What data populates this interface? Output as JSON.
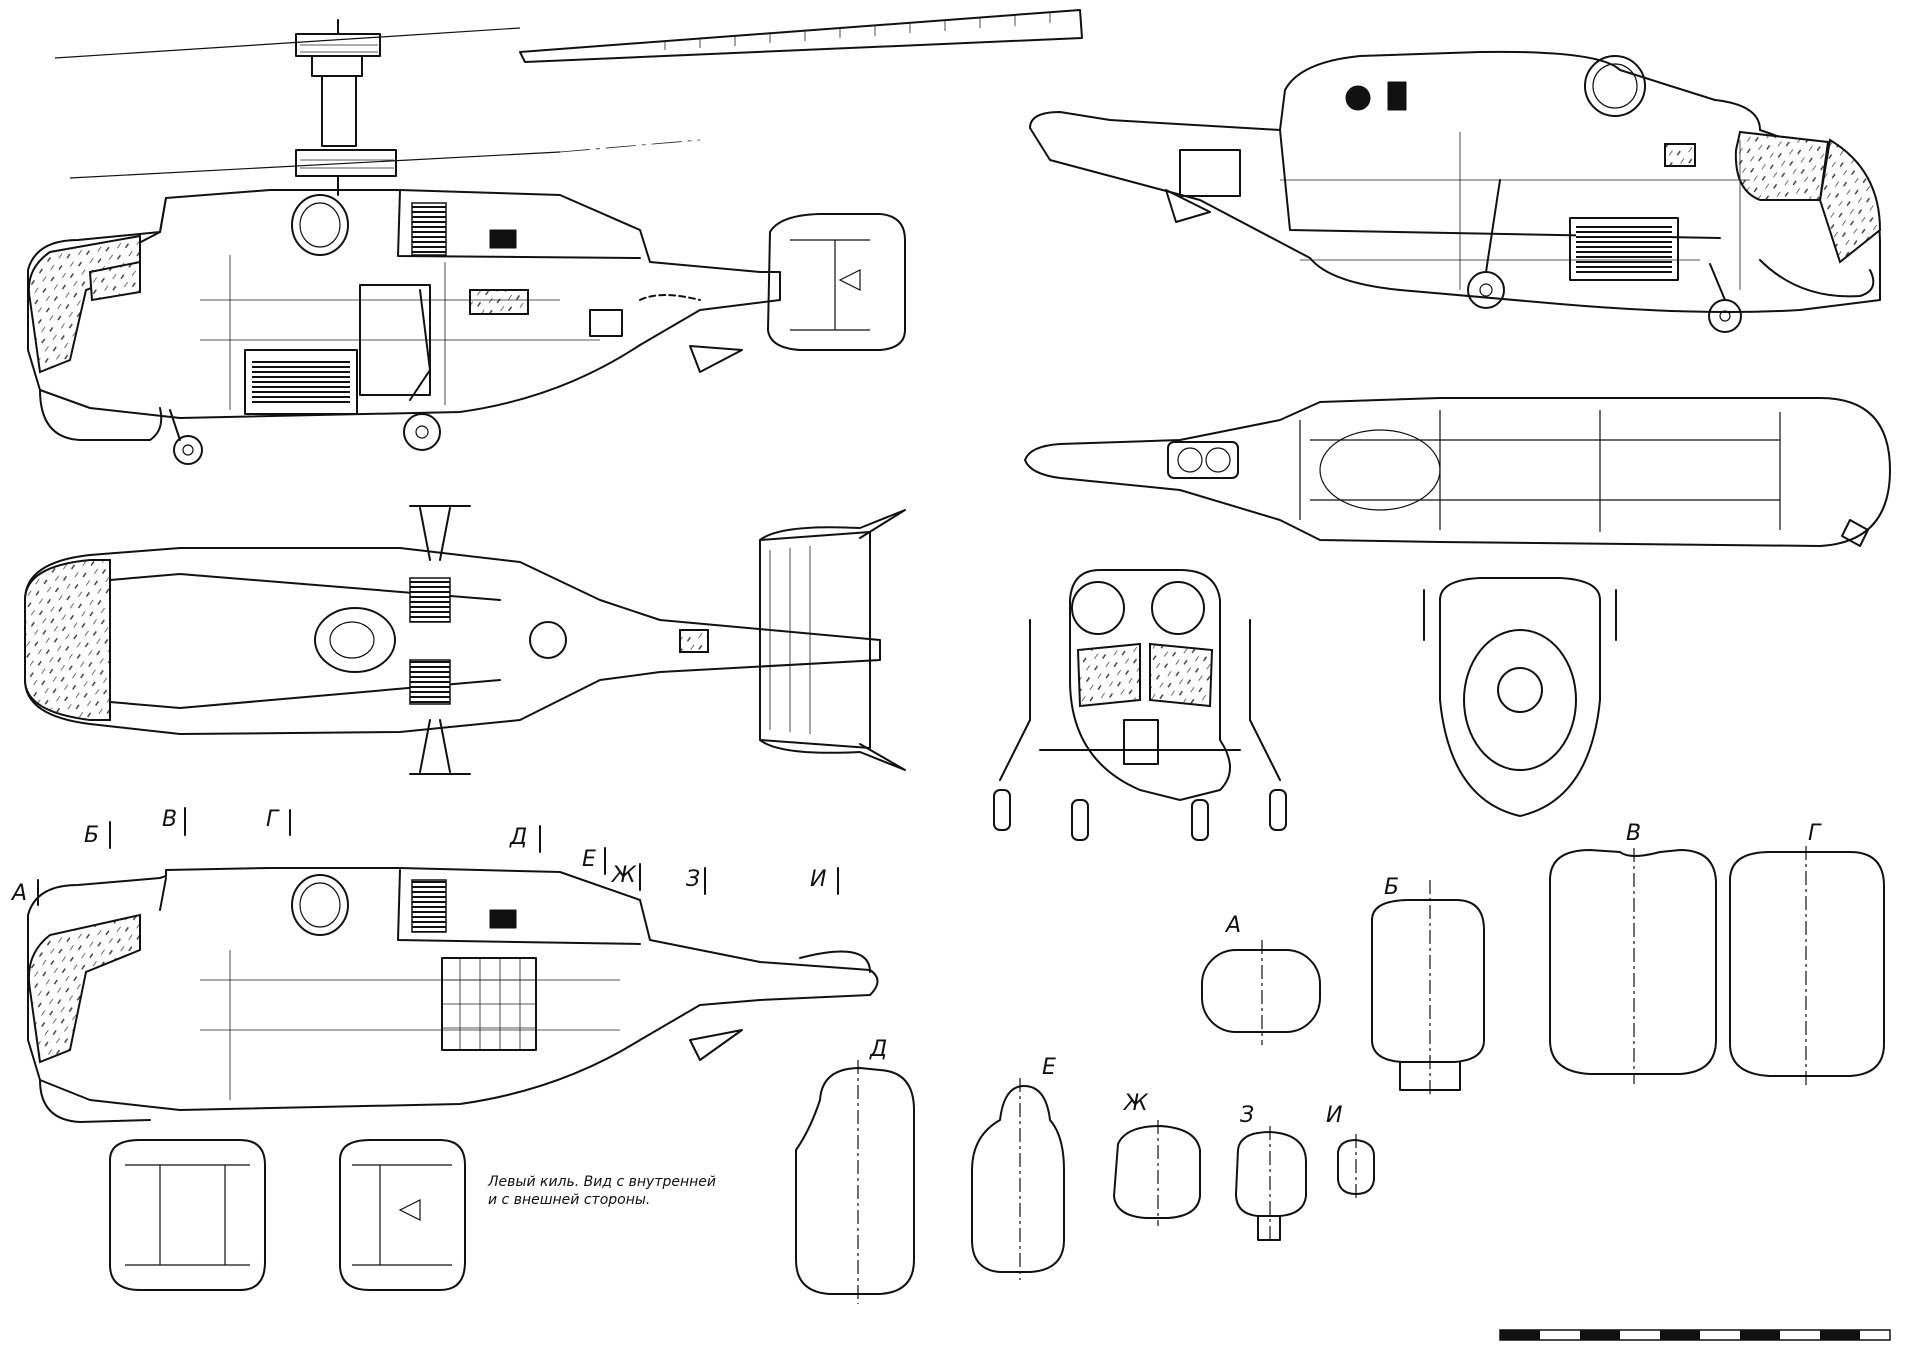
{
  "station_marks": [
    "А",
    "Б",
    "В",
    "Г",
    "Д",
    "Е",
    "Ж",
    "З",
    "И"
  ],
  "section_labels": [
    "А",
    "Б",
    "В",
    "Г",
    "Д",
    "Е",
    "Ж",
    "З",
    "И"
  ],
  "fin_note": {
    "line1": "Левый киль. Вид с внутренней",
    "line2": "и с внешней стороны."
  }
}
